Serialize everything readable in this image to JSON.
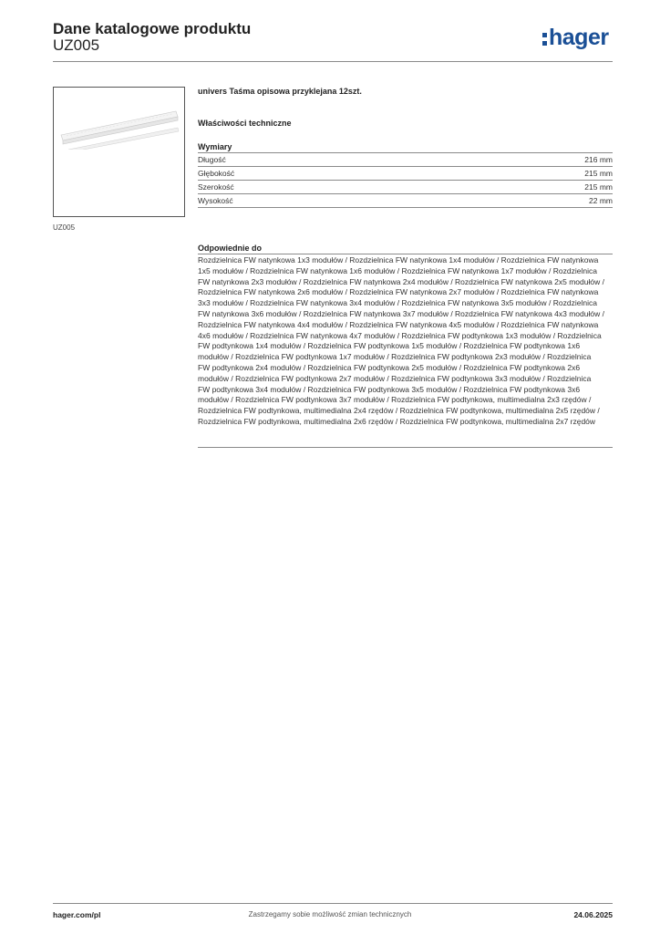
{
  "header": {
    "title": "Dane katalogowe produktu",
    "code": "UZ005",
    "logo": "hager",
    "logo_color": "#1a4f96"
  },
  "image": {
    "caption": "UZ005"
  },
  "product": {
    "title": "univers Taśma opisowa przyklejana 12szt.",
    "section_title": "Właściwości techniczne"
  },
  "dimensions": {
    "title": "Wymiary",
    "rows": [
      {
        "label": "Długość",
        "value": "216 mm"
      },
      {
        "label": "Głębokość",
        "value": "215 mm"
      },
      {
        "label": "Szerokość",
        "value": "215 mm"
      },
      {
        "label": "Wysokość",
        "value": "22 mm"
      }
    ]
  },
  "suitable": {
    "title": "Odpowiednie do",
    "text": "Rozdzielnica FW natynkowa 1x3 modułów / Rozdzielnica FW natynkowa 1x4 modułów / Rozdzielnica FW natynkowa 1x5 modułów / Rozdzielnica FW natynkowa 1x6 modułów / Rozdzielnica FW natynkowa 1x7 modułów / Rozdzielnica FW natynkowa 2x3 modułów / Rozdzielnica FW natynkowa 2x4 modułów / Rozdzielnica FW natynkowa 2x5 modułów / Rozdzielnica FW natynkowa 2x6 modułów / Rozdzielnica FW natynkowa 2x7 modułów / Rozdzielnica FW natynkowa 3x3 modułów / Rozdzielnica FW natynkowa 3x4 modułów / Rozdzielnica FW natynkowa 3x5 modułów / Rozdzielnica FW natynkowa 3x6 modułów / Rozdzielnica FW natynkowa 3x7 modułów / Rozdzielnica FW natynkowa 4x3 modułów / Rozdzielnica FW natynkowa 4x4 modułów / Rozdzielnica FW natynkowa 4x5 modułów / Rozdzielnica FW natynkowa 4x6 modułów / Rozdzielnica FW natynkowa 4x7 modułów / Rozdzielnica FW podtynkowa 1x3 modułów / Rozdzielnica FW podtynkowa 1x4 modułów / Rozdzielnica FW podtynkowa 1x5 modułów / Rozdzielnica FW podtynkowa 1x6 modułów / Rozdzielnica FW podtynkowa 1x7 modułów / Rozdzielnica FW podtynkowa 2x3 modułów / Rozdzielnica FW podtynkowa 2x4 modułów / Rozdzielnica FW podtynkowa 2x5 modułów / Rozdzielnica FW podtynkowa 2x6 modułów / Rozdzielnica FW podtynkowa 2x7 modułów / Rozdzielnica FW podtynkowa 3x3 modułów / Rozdzielnica FW podtynkowa 3x4 modułów / Rozdzielnica FW podtynkowa 3x5 modułów / Rozdzielnica FW podtynkowa 3x6 modułów / Rozdzielnica FW podtynkowa 3x7 modułów / Rozdzielnica FW podtynkowa, multimedialna 2x3 rzędów / Rozdzielnica FW podtynkowa, multimedialna 2x4 rzędów / Rozdzielnica FW podtynkowa, multimedialna 2x5 rzędów / Rozdzielnica FW podtynkowa, multimedialna 2x6 rzędów / Rozdzielnica FW podtynkowa, multimedialna 2x7 rzędów"
  },
  "footer": {
    "website": "hager.com/pl",
    "disclaimer": "Zastrzegamy sobie możliwość zmian technicznych",
    "date": "24.06.2025"
  }
}
